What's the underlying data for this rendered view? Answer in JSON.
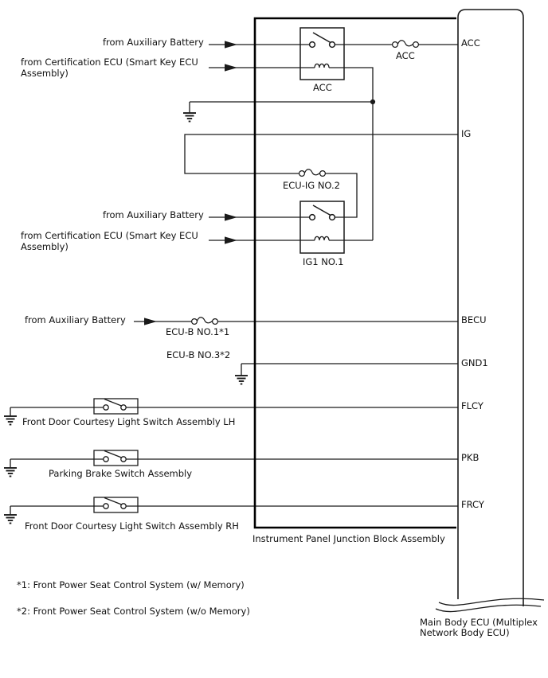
{
  "colors": {
    "background": "#ffffff",
    "line": "#1a1a1a"
  },
  "labels": {
    "from_aux_battery": "from Auxiliary Battery",
    "from_cert_line1": "from Certification ECU (Smart Key ECU",
    "from_cert_line2": "Assembly)",
    "relay_acc": "ACC",
    "fuse_acc": "ACC",
    "fuse_ecu_ig": "ECU-IG NO.2",
    "relay_ig1": "IG1 NO.1",
    "fuse_ecu_b_1": "ECU-B NO.1*1",
    "fuse_ecu_b_3": "ECU-B NO.3*2",
    "switch_flcy": "Front Door Courtesy Light Switch Assembly LH",
    "switch_pkb": "Parking Brake Switch Assembly",
    "switch_frcy": "Front Door Courtesy Light Switch Assembly RH",
    "junction_block": "Instrument Panel Junction Block Assembly",
    "main_ecu_line1": "Main Body ECU (Multiplex",
    "main_ecu_line2": "Network Body ECU)"
  },
  "pins": {
    "acc": "ACC",
    "ig": "IG",
    "becu": "BECU",
    "gnd1": "GND1",
    "flcy": "FLCY",
    "pkb": "PKB",
    "frcy": "FRCY"
  },
  "notes": {
    "note1": "*1: Front Power Seat Control System (w/ Memory)",
    "note2": "*2: Front Power Seat Control System (w/o Memory)"
  }
}
